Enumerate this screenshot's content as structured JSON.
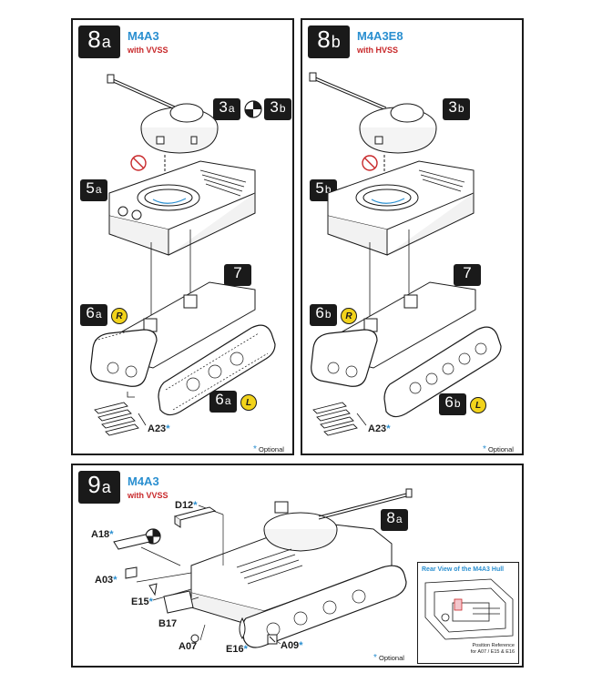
{
  "panels": {
    "p8a": {
      "step_num": "8",
      "step_sub": "a",
      "model": "M4A3",
      "variant": "with VVSS",
      "ref_a_num": "3",
      "ref_a_sub": "a",
      "ref_b_num": "3",
      "ref_b_sub": "b",
      "hull_step_num": "5",
      "hull_step_sub": "a",
      "chassis_step": "7",
      "left_track_num": "6",
      "left_track_sub": "a",
      "left_badge": "R",
      "right_track_num": "6",
      "right_track_sub": "a",
      "right_badge": "L",
      "part_label": "A23",
      "optional_label": "Optional"
    },
    "p8b": {
      "step_num": "8",
      "step_sub": "b",
      "model": "M4A3E8",
      "variant": "with HVSS",
      "ref_num": "3",
      "ref_sub": "b",
      "hull_step_num": "5",
      "hull_step_sub": "b",
      "chassis_step": "7",
      "left_track_num": "6",
      "left_track_sub": "b",
      "left_badge": "R",
      "right_track_num": "6",
      "right_track_sub": "b",
      "right_badge": "L",
      "part_label": "A23",
      "optional_label": "Optional"
    },
    "p9a": {
      "step_num": "9",
      "step_sub": "a",
      "model": "M4A3",
      "variant": "with VVSS",
      "ref_num": "8",
      "ref_sub": "a",
      "parts": {
        "d12": "D12",
        "a18": "A18",
        "a03": "A03",
        "e15": "E15",
        "b17": "B17",
        "a07": "A07",
        "e16": "E16",
        "a09": "A09"
      },
      "inset_title": "Rear View of the M4A3 Hull",
      "inset_note_line1": "Position Reference",
      "inset_note_line2": "for A07 / E15 & E16",
      "optional_label": "Optional"
    }
  },
  "colors": {
    "accent_blue": "#2a8fd0",
    "accent_red": "#c8282a",
    "badge_yellow": "#f2d31b",
    "ink": "#1a1a1a"
  },
  "icons": {
    "no_glue": "no-glue-icon",
    "choice": "option-circle-icon"
  }
}
